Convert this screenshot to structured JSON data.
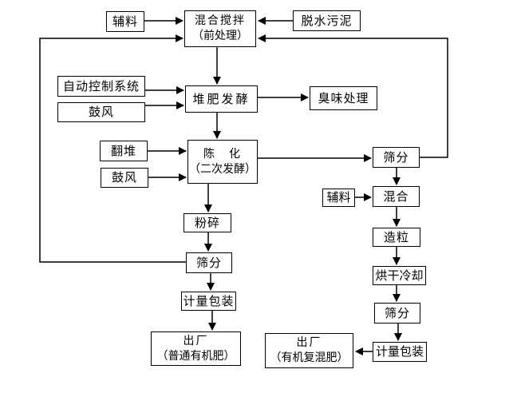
{
  "diagram": {
    "colors": {
      "line": "#000000",
      "background": "#ffffff",
      "box_fill": "#ffffff"
    },
    "nodes": {
      "aux_top": {
        "label": "辅料"
      },
      "mix_pretreat": {
        "line1": "混合搅拌",
        "line2": "（前处理）"
      },
      "dewatered_sludge": {
        "label": "脱水污泥"
      },
      "auto_control": {
        "label": "自动控制系统"
      },
      "blower_1": {
        "label": "鼓风"
      },
      "compost_ferment": {
        "label": "堆肥发酵"
      },
      "odor_treat": {
        "label": "臭味处理"
      },
      "turning": {
        "label": "翻堆"
      },
      "blower_2": {
        "label": "鼓风"
      },
      "aging": {
        "line1": "陈　化",
        "line2": "（二次发酵）"
      },
      "crush": {
        "label": "粉碎"
      },
      "sieve_left": {
        "label": "筛分"
      },
      "pack_left": {
        "label": "计量包装"
      },
      "out_left": {
        "line1": "出厂",
        "line2": "（普通有机肥）"
      },
      "sieve_right_top": {
        "label": "筛分"
      },
      "aux_right": {
        "label": "辅料"
      },
      "mixing": {
        "label": "混合"
      },
      "granulate": {
        "label": "造粒"
      },
      "dry_cool": {
        "label": "烘干冷却"
      },
      "sieve_right_bottom": {
        "label": "筛分"
      },
      "pack_right": {
        "label": "计量包装"
      },
      "out_right": {
        "line1": "出厂",
        "line2": "（有机复混肥）"
      }
    }
  }
}
